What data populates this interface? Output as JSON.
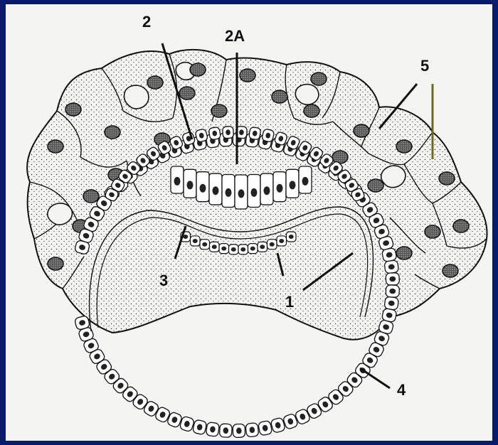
{
  "labels": {
    "l1": "1",
    "l2": "2",
    "l2a": "2A",
    "l3": "3",
    "l4": "4",
    "l5": "5"
  },
  "colors": {
    "frame_border": "#0a1a6b",
    "background": "#f4f4f2",
    "ink": "#111111",
    "cell_fill": "#ffffff"
  }
}
